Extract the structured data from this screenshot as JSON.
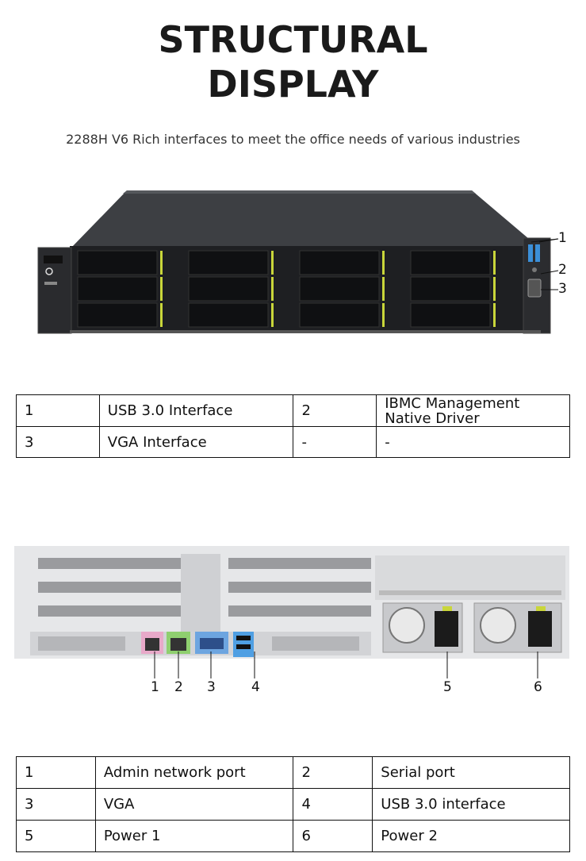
{
  "header": {
    "title_line1": "STRUCTURAL",
    "title_line2": "DISPLAY",
    "subtitle": "2288H V6 Rich interfaces to meet the office needs of various industries"
  },
  "front_panel": {
    "callouts": [
      "1",
      "2",
      "3"
    ]
  },
  "front_table": {
    "rows": [
      [
        "1",
        "USB 3.0 Interface",
        "2",
        "IBMC Management\nNative Driver"
      ],
      [
        "3",
        "VGA Interface",
        "-",
        "-"
      ]
    ]
  },
  "rear_panel": {
    "callouts": [
      "1",
      "2",
      "3",
      "4",
      "5",
      "6"
    ]
  },
  "rear_table": {
    "rows": [
      [
        "1",
        "Admin network port",
        "2",
        "Serial port"
      ],
      [
        "3",
        "VGA",
        "4",
        "USB 3.0 interface"
      ],
      [
        "5",
        "Power 1",
        "6",
        "Power 2"
      ]
    ]
  }
}
